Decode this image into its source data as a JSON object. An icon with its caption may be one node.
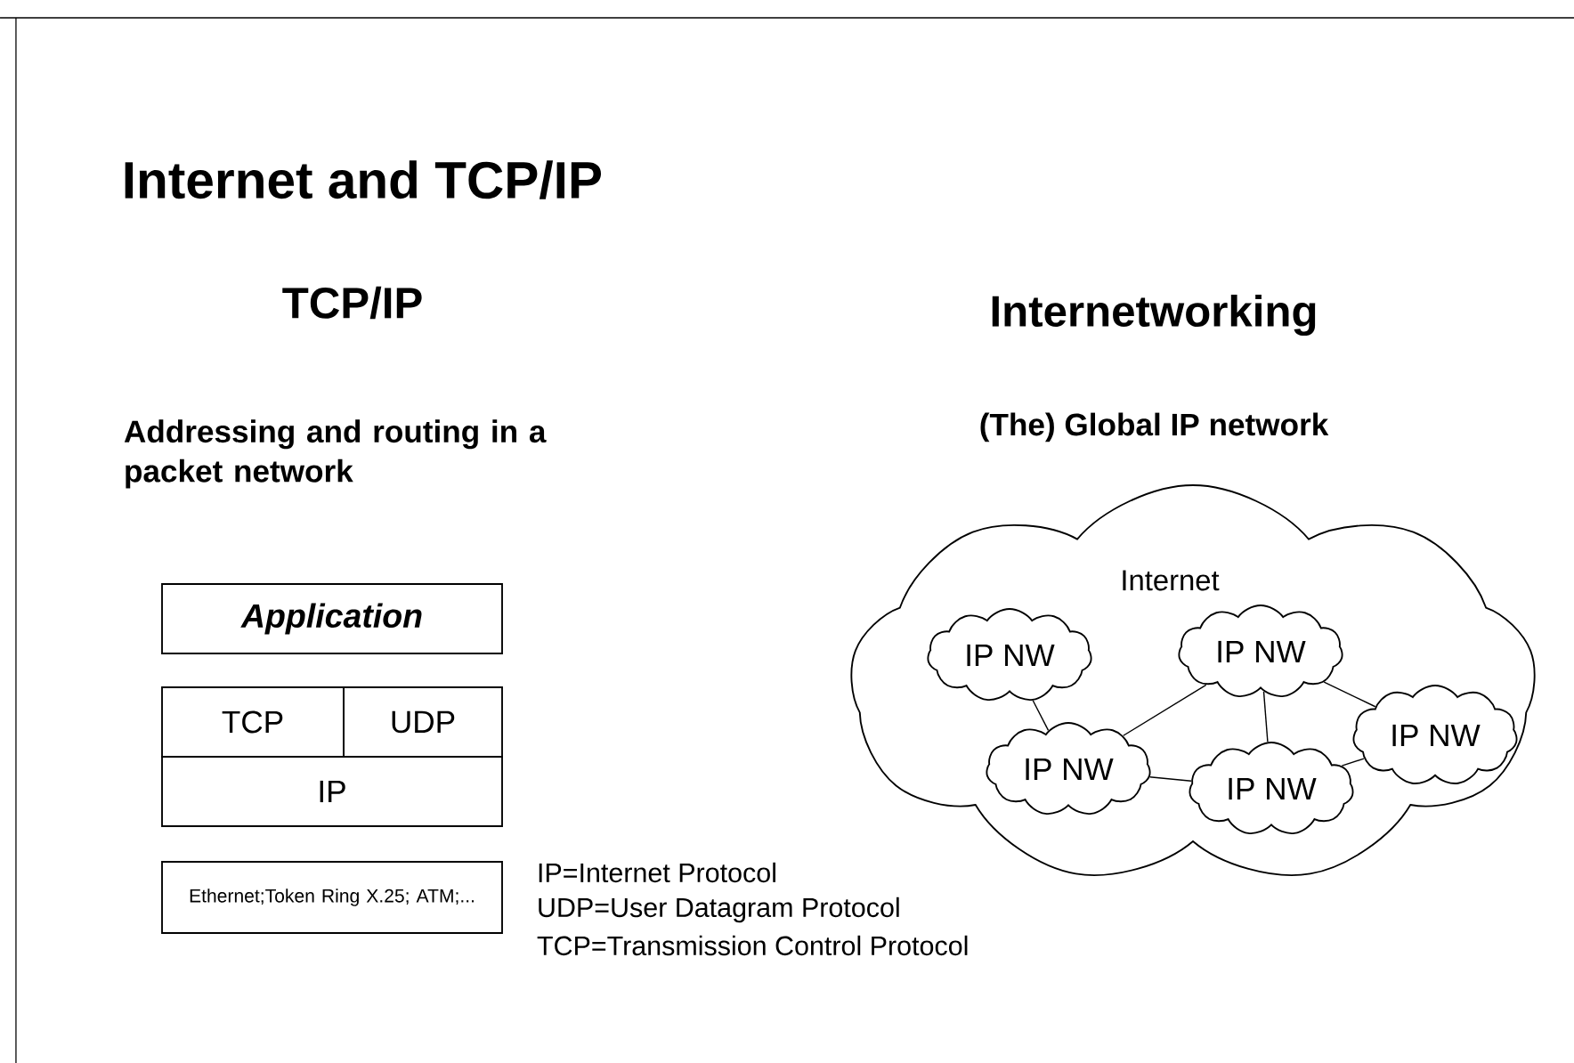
{
  "diagram": {
    "title": "Internet and TCP/IP",
    "nodes": [
      {
        "text": [
          "Application"
        ]
      },
      {
        "text": [
          "TCP"
        ]
      },
      {
        "text": [
          "UDP"
        ]
      },
      {
        "text": [
          "IP"
        ]
      },
      {
        "text": [
          "Ethernet;Token Ring X.25; ATM;..."
        ]
      },
      {
        "text": [
          "Internet"
        ]
      },
      {
        "text": [
          "IP NW"
        ],
        "in": 5
      },
      {
        "text": [
          "IP NW"
        ],
        "in": 5
      },
      {
        "text": [
          "IP NW"
        ],
        "in": 5
      },
      {
        "text": [
          "IP NW"
        ],
        "in": 5
      },
      {
        "text": [
          "IP NW"
        ],
        "in": 5
      }
    ],
    "edges": [
      {
        "from": 6,
        "to": 8,
        "arrow": "none"
      },
      {
        "from": 8,
        "to": 7,
        "arrow": "none"
      },
      {
        "from": 7,
        "to": 9,
        "arrow": "none"
      },
      {
        "from": 8,
        "to": 9,
        "arrow": "none"
      },
      {
        "from": 7,
        "to": 10,
        "arrow": "none"
      },
      {
        "from": 9,
        "to": 10,
        "arrow": "none"
      }
    ],
    "labels": [
      "TCP/IP",
      "Internetworking",
      "Addressing and routing in a packet network",
      "(The) Global IP network",
      "IP=Internet Protocol",
      "UDP=User Datagram Protocol",
      "TCP=Transmission Control Protocol"
    ]
  }
}
